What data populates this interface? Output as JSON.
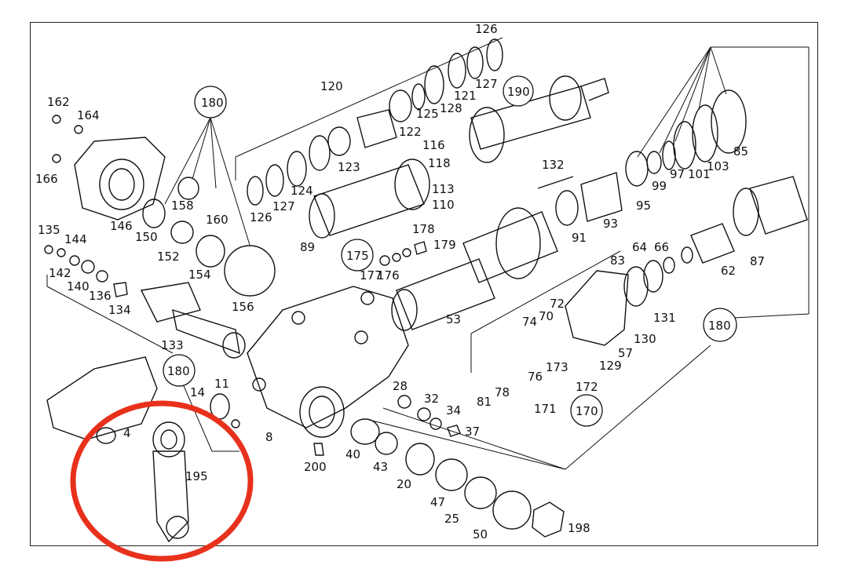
{
  "diagram": {
    "highlight_color": "#e8311c",
    "callouts": {
      "c180_a": "180",
      "c180_b": "180",
      "c180_c": "180",
      "c175": "175",
      "c190": "190",
      "c170": "170"
    },
    "part_numbers": [
      "126",
      "120",
      "127",
      "121",
      "128",
      "125",
      "122",
      "116",
      "118",
      "113",
      "110",
      "123",
      "124",
      "126",
      "127",
      "132",
      "85",
      "103",
      "101",
      "97",
      "99",
      "95",
      "93",
      "91",
      "162",
      "164",
      "166",
      "146",
      "150",
      "158",
      "160",
      "152",
      "154",
      "156",
      "135",
      "144",
      "142",
      "140",
      "136",
      "134",
      "133",
      "89",
      "178",
      "179",
      "177",
      "176",
      "53",
      "83",
      "64",
      "66",
      "62",
      "87",
      "72",
      "74",
      "70",
      "131",
      "130",
      "57",
      "129",
      "173",
      "172",
      "171",
      "76",
      "78",
      "81",
      "28",
      "32",
      "34",
      "37",
      "40",
      "43",
      "20",
      "47",
      "25",
      "50",
      "198",
      "200",
      "14",
      "11",
      "8",
      "4",
      "195"
    ]
  }
}
